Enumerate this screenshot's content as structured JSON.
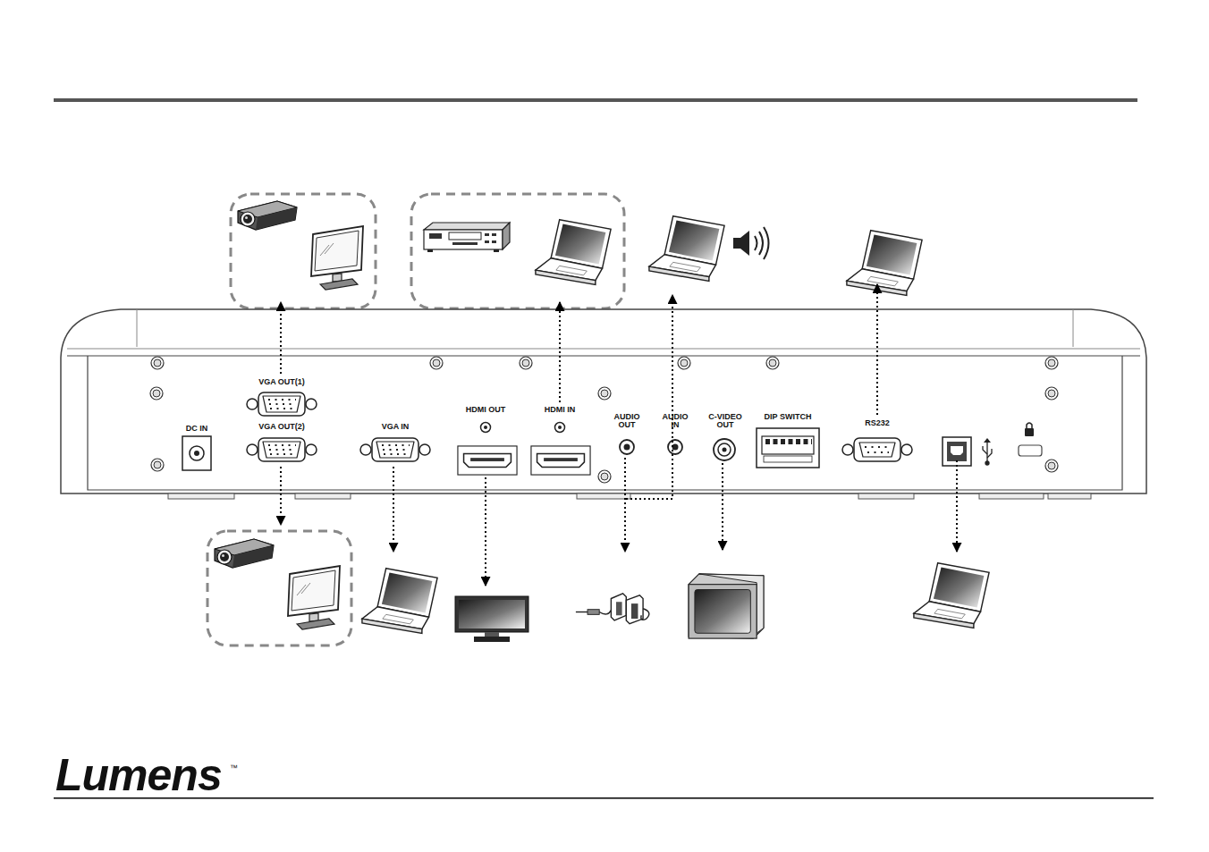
{
  "diagram": {
    "labels": [
      "VGA OUT(1)",
      "DC IN",
      "VGA OUT(2)",
      "VGA IN",
      "HDMI OUT",
      "HDMI IN",
      "AUDIO OUT",
      "AUDIO IN",
      "C-VIDEO OUT",
      "DIP SWITCH",
      "RS232",
      "Lumens",
      "™"
    ]
  }
}
